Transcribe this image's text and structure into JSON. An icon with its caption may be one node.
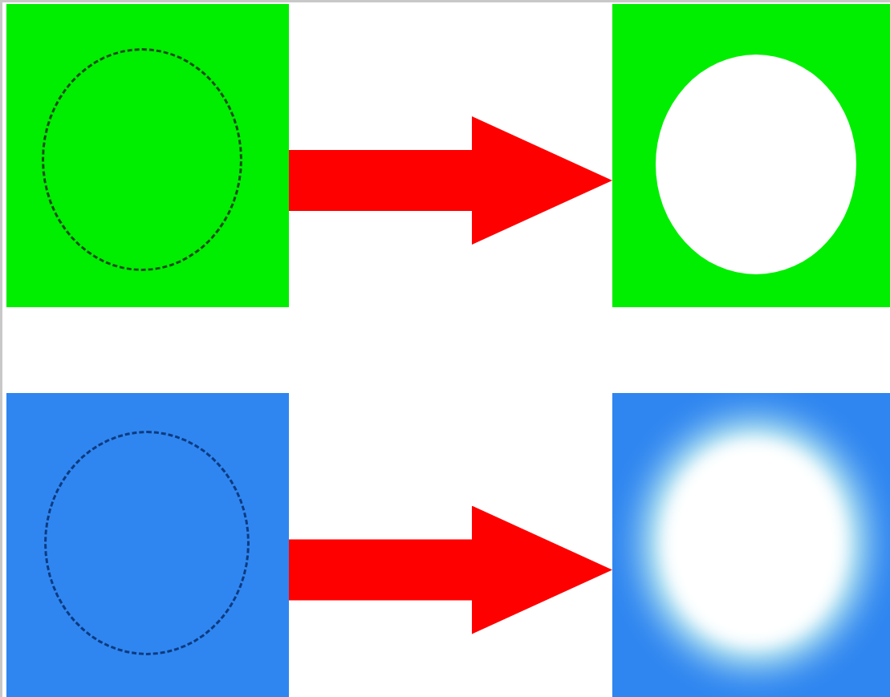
{
  "diagram": {
    "nodes": [
      {
        "text": [],
        "shape": "box"
      },
      {
        "text": [],
        "shape": "circle",
        "in": 0
      },
      {
        "text": [],
        "shape": "box"
      },
      {
        "text": [],
        "shape": "circle",
        "in": 2
      },
      {
        "text": [],
        "shape": "box"
      },
      {
        "text": [],
        "shape": "circle",
        "in": 4
      },
      {
        "text": [],
        "shape": "box"
      },
      {
        "text": [],
        "shape": "circle",
        "in": 6
      }
    ],
    "edges": [
      {
        "from": 0,
        "to": 2,
        "arrow": "to"
      },
      {
        "from": 4,
        "to": 6,
        "arrow": "to"
      }
    ]
  }
}
